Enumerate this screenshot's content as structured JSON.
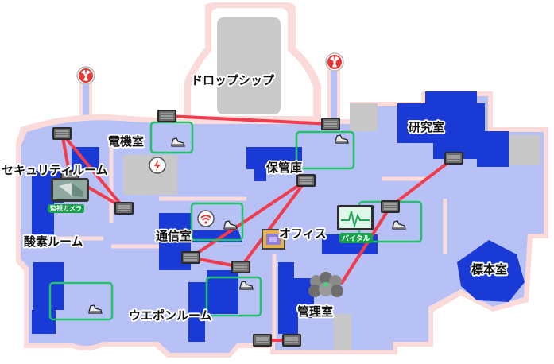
{
  "rooms": {
    "dropship": "ドロップシップ",
    "electrical": "電機室",
    "security": "セキュリティルーム",
    "storage": "保管庫",
    "laboratory": "研究室",
    "o2": "酸素ルーム",
    "communications": "通信室",
    "office": "オフィス",
    "specimen": "標本室",
    "weapons": "ウエポンルーム",
    "admin": "管理室"
  },
  "badges": {
    "cameras": "監視カメラ",
    "vitals": "バイタル"
  },
  "colors": {
    "floor": "#b7c1f5",
    "room_dark": "#1a3ad6",
    "wall": "#fbdada",
    "vent_line": "#f03c4c",
    "task_box": "#22c26b",
    "grey": "#c8c8c8"
  },
  "icons": [
    "radiation-icon",
    "vent-icon",
    "sabotage-icon",
    "comms-icon",
    "camera-monitor-icon",
    "vitals-monitor-icon",
    "admin-table-icon",
    "office-panel-icon",
    "door-icon"
  ]
}
